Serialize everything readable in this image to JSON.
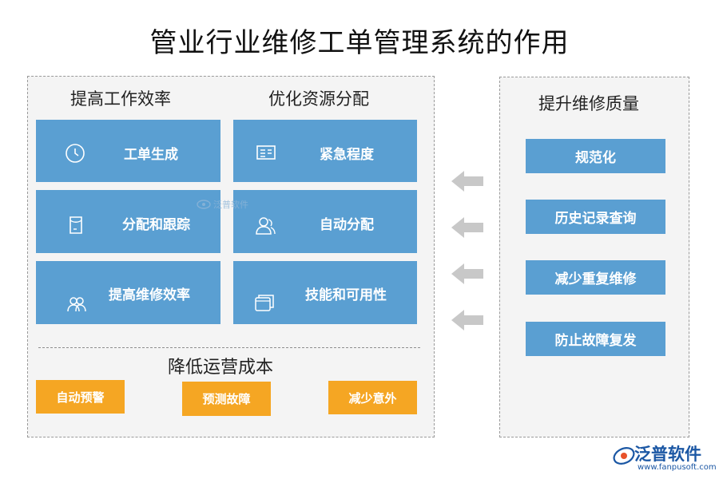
{
  "title": "管业行业维修工单管理系统的作用",
  "left_panel": {
    "efficiency": {
      "title": "提高工作效率",
      "items": [
        {
          "label": "工单生成",
          "icon": "clock-icon"
        },
        {
          "label": "分配和跟踪",
          "icon": "document-icon"
        },
        {
          "label": "提高维修效率",
          "icon": "team-icon"
        }
      ]
    },
    "resources": {
      "title": "优化资源分配",
      "items": [
        {
          "label": "紧急程度",
          "icon": "form-icon"
        },
        {
          "label": "自动分配",
          "icon": "user-icon"
        },
        {
          "label": "技能和可用性",
          "icon": "layers-icon"
        }
      ]
    },
    "cost": {
      "title": "降低运营成本",
      "items": [
        "自动预警",
        "预测故障",
        "减少意外"
      ]
    }
  },
  "right_panel": {
    "title": "提升维修质量",
    "items": [
      "规范化",
      "历史记录查询",
      "减少重复维修",
      "防止故障复发"
    ]
  },
  "watermark": "泛普软件",
  "logo": {
    "text": "泛普软件",
    "url": "www.fanpusoft.com"
  },
  "colors": {
    "tile_blue": "#5a9fd2",
    "orange": "#f5a623",
    "arrow_gray": "#c8c8c8",
    "brand_blue": "#1b57a4"
  }
}
